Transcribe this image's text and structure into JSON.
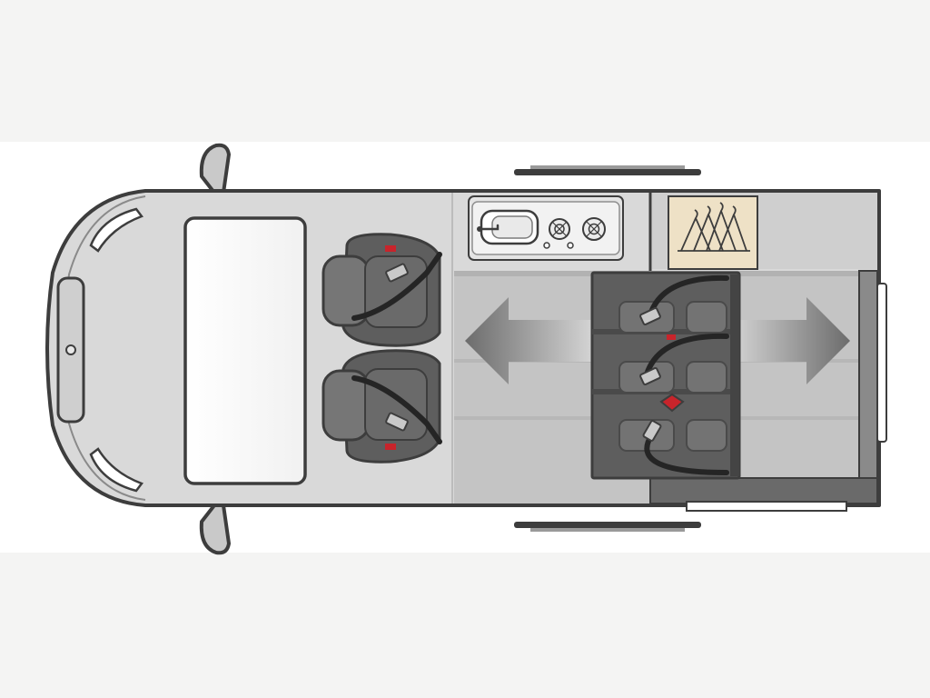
{
  "diagram": {
    "kind": "campervan floor plan, top-down view",
    "elements": [
      "van-cab",
      "windscreen",
      "side-mirrors",
      "driver-seat",
      "passenger-seat",
      "kitchen-unit",
      "sink",
      "gas-hob",
      "wardrobe",
      "rear-bench-seat",
      "seat-belts",
      "sliding-direction-arrows",
      "side-steps",
      "rear-doors"
    ]
  },
  "colors": {
    "page_background": "#f4f4f3",
    "band_background": "#ffffff",
    "body_outline": "#3d3d3d",
    "body_fill": "#d9d9d9",
    "floor": "#c4c4c4",
    "floor_stripe": "#b2b2b2",
    "seat_dark": "#5e5e5e",
    "seat_mid": "#767676",
    "belt": "#252525",
    "belt_red": "#c8242b",
    "buckle": "#c9c9c9",
    "wardrobe": "#eee1c6",
    "arrow_dark": "#707070",
    "arrow_light": "#d0d0d0"
  },
  "icons": {
    "sink": "sink-icon",
    "hob": "hob-burner-icon",
    "wardrobe": "hanger-icon",
    "slide": "double-arrow-icon"
  }
}
